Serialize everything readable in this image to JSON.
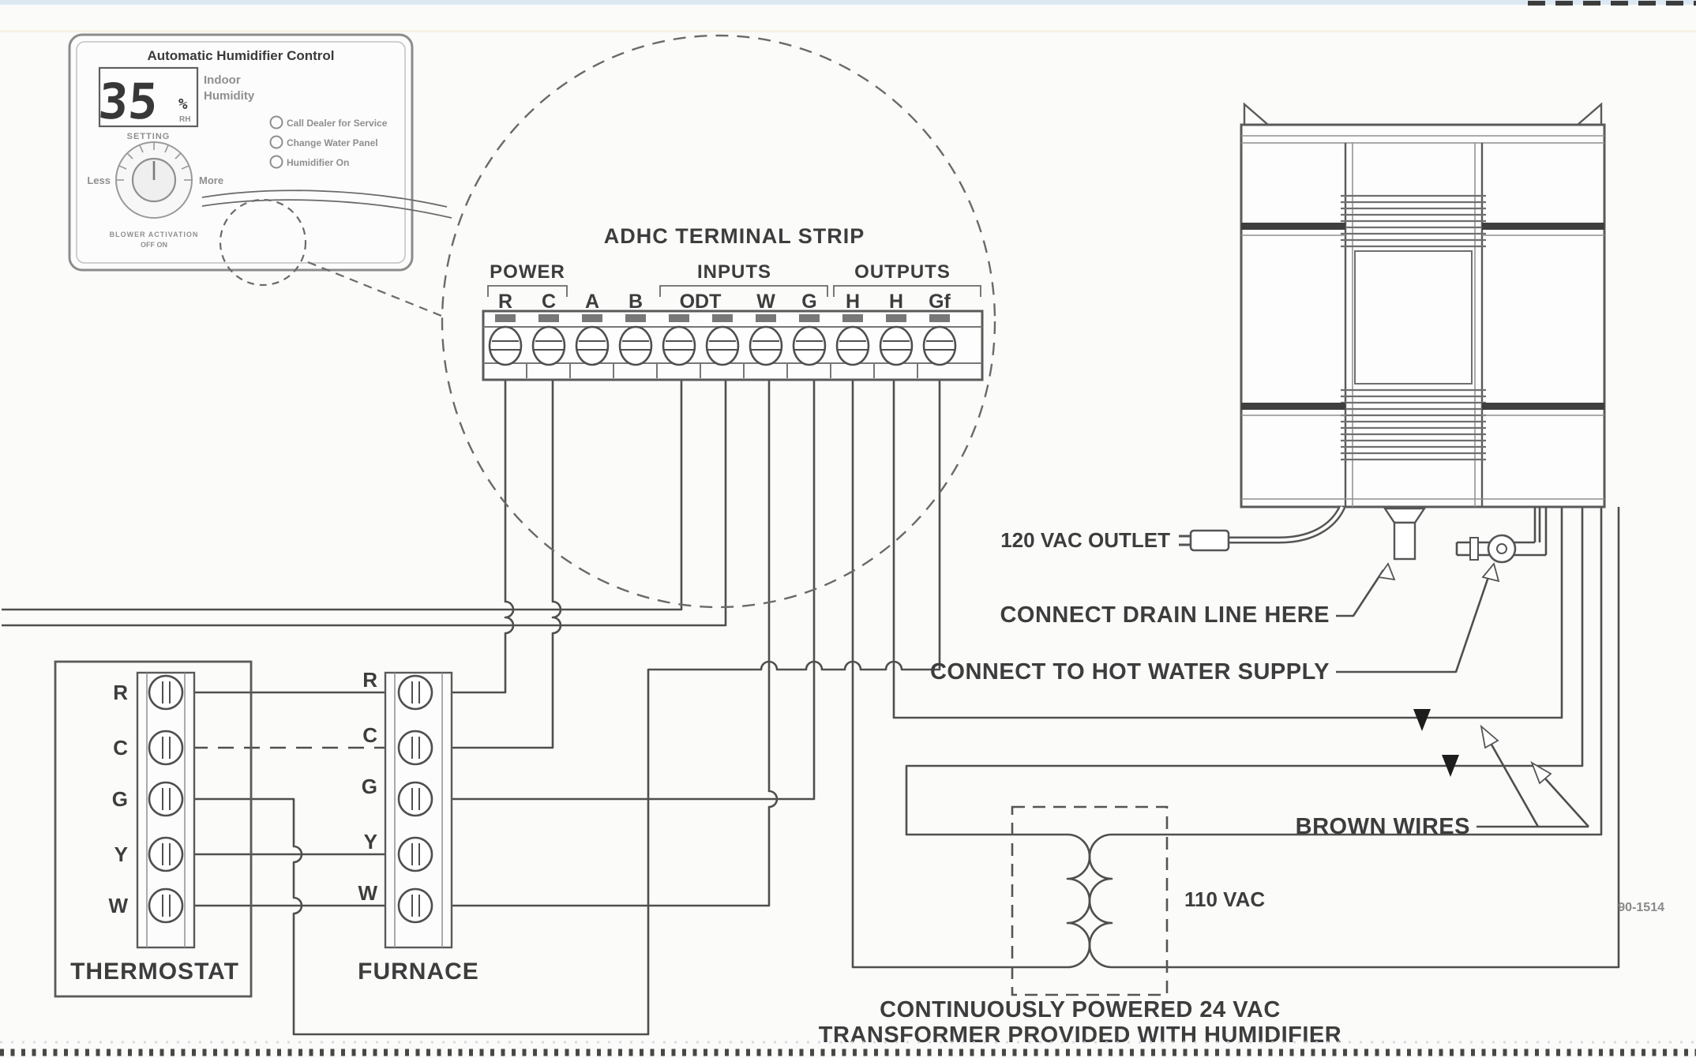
{
  "control": {
    "title": "Automatic Humidifier Control",
    "display": {
      "value": "35",
      "unit": "%",
      "sub": "RH"
    },
    "indoor_line1": "Indoor",
    "indoor_line2": "Humidity",
    "indicators": [
      "Call Dealer for Service",
      "Change Water Panel",
      "Humidifier On"
    ],
    "setting_label": "SETTING",
    "less_label": "Less",
    "more_label": "More",
    "blower_label": "BLOWER ACTIVATION",
    "blower_states": "OFF    ON"
  },
  "terminal_strip": {
    "title": "ADHC TERMINAL STRIP",
    "group_power": "POWER",
    "group_inputs": "INPUTS",
    "group_outputs": "OUTPUTS",
    "terminals": [
      "R",
      "C",
      "A",
      "B",
      "ODT",
      "W",
      "G",
      "H",
      "H",
      "Gf"
    ]
  },
  "thermostat": {
    "label": "THERMOSTAT",
    "terminals": [
      "R",
      "C",
      "G",
      "Y",
      "W"
    ]
  },
  "furnace": {
    "label": "FURNACE",
    "terminals": [
      "R",
      "C",
      "G",
      "Y",
      "W"
    ]
  },
  "annotations": {
    "outlet": "120 VAC OUTLET",
    "drain": "CONNECT DRAIN LINE HERE",
    "hot_water": "CONNECT TO HOT WATER SUPPLY",
    "brown_wires": "BROWN WIRES",
    "voltage": "110 VAC",
    "transformer_caption_1": "CONTINUOUSLY POWERED 24 VAC",
    "transformer_caption_2": "TRANSFORMER PROVIDED WITH HUMIDIFIER",
    "doc_number": "90-1514"
  },
  "colors": {
    "wire": "#4f4f4f",
    "label": "#3d3d3d",
    "band": "#3f3f3f"
  }
}
